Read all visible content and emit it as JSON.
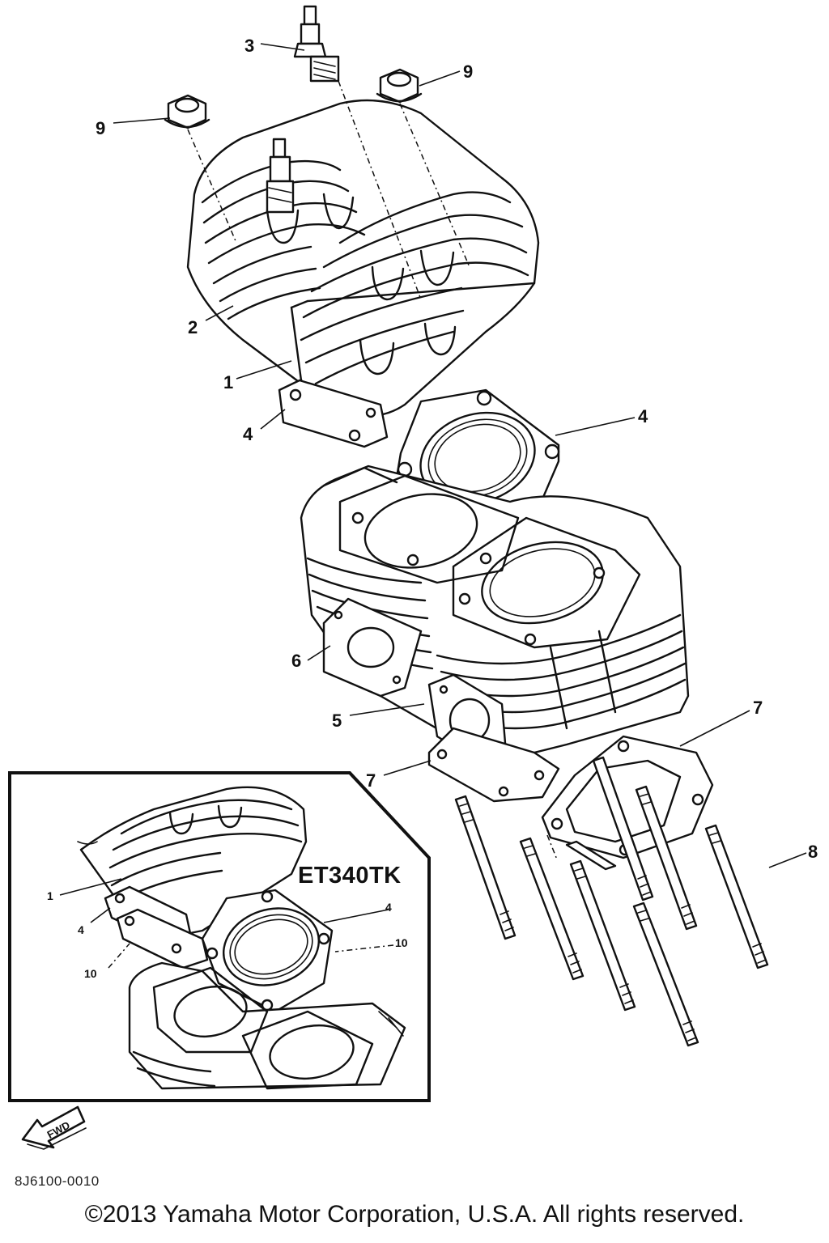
{
  "callouts": {
    "c1_main": "1",
    "c2": "2",
    "c3": "3",
    "c4_left": "4",
    "c4_right": "4",
    "c5": "5",
    "c6": "6",
    "c7_left": "7",
    "c7_right": "7",
    "c8": "8",
    "c9_left": "9",
    "c9_right": "9"
  },
  "inset": {
    "title": "ET340TK",
    "callout_1": "1",
    "callout_4_left": "4",
    "callout_4_right": "4",
    "callout_10_left": "10",
    "callout_10_right": "10"
  },
  "fwd_label": "FWD",
  "diagram_code": "8J6100-0010",
  "copyright": "©2013 Yamaha Motor Corporation, U.S.A. All rights reserved."
}
